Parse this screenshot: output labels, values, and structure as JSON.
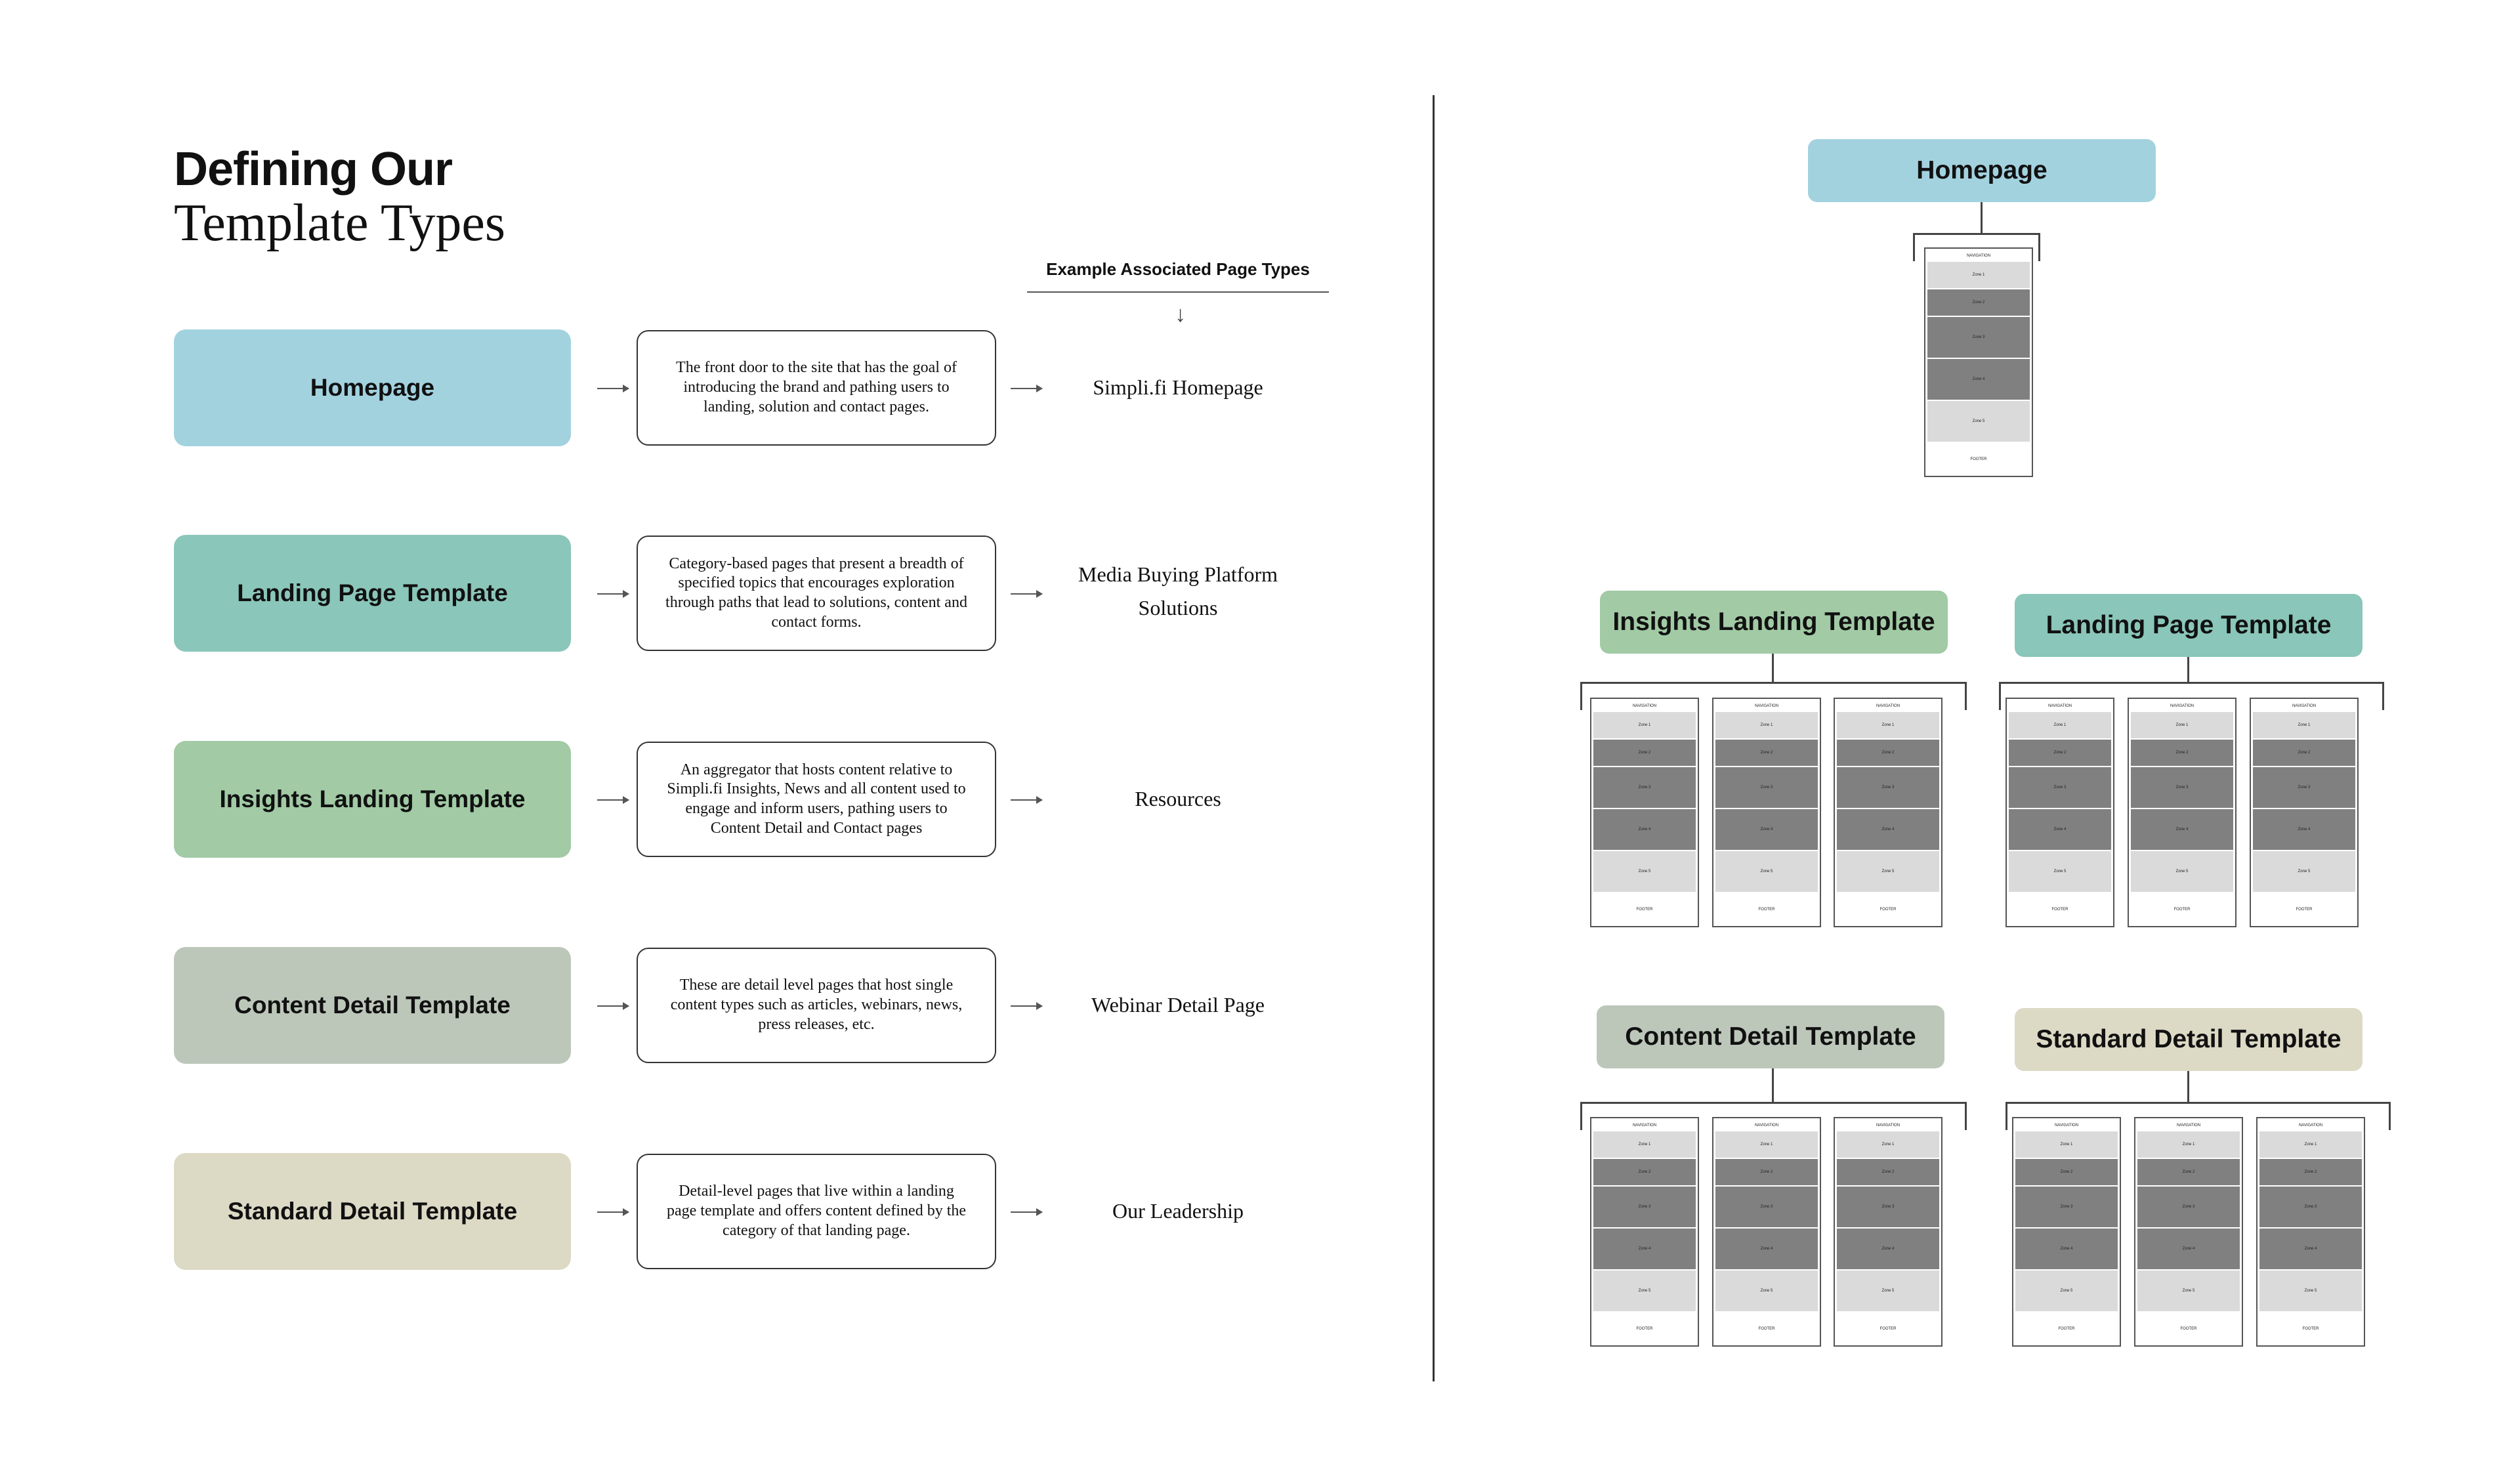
{
  "heading": {
    "line1": "Defining Our",
    "line2": "Template Types"
  },
  "column_header": "Example Associated Page Types",
  "rows": [
    {
      "label": "Homepage",
      "color": "#a3d2df",
      "description": "The front door to the site that has the goal of introducing the brand and pathing users to landing, solution and contact pages.",
      "example": "Simpli.fi Homepage"
    },
    {
      "label": "Landing Page Template",
      "color": "#8ac6b9",
      "description": "Category-based pages that present a breadth of specified topics that encourages exploration through paths that lead to solutions, content and contact forms.",
      "example": "Media Buying Platform Solutions"
    },
    {
      "label": "Insights Landing Template",
      "color": "#a1caa5",
      "description": "An aggregator that hosts content relative to Simpli.fi Insights, News and all content used to engage and inform users, pathing users to Content Detail and Contact pages",
      "example": "Resources"
    },
    {
      "label": "Content Detail Template",
      "color": "#bcc7ba",
      "description": "These are detail level pages that host single content types such as articles, webinars, news, press releases, etc.",
      "example": "Webinar Detail Page"
    },
    {
      "label": "Standard Detail Template",
      "color": "#dcd9c5",
      "description": "Detail-level pages that live within a landing page template and offers content defined by the category of that landing page.",
      "example": "Our Leadership"
    }
  ],
  "sitemap": {
    "homepage": {
      "label": "Homepage",
      "color": "#a3d2df"
    },
    "insights": {
      "label": "Insights Landing Template",
      "color": "#a1caa5"
    },
    "landing": {
      "label": "Landing Page Template",
      "color": "#8ac6b9"
    },
    "content": {
      "label": "Content Detail Template",
      "color": "#bcc7ba"
    },
    "standard": {
      "label": "Standard Detail Template",
      "color": "#dcd9c5"
    }
  },
  "wireframe": {
    "nav": "NAVIGATION",
    "zones": [
      "Zone 1",
      "Zone 2",
      "Zone 3",
      "Zone 4",
      "Zone 5"
    ],
    "footer": "FOOTER"
  }
}
